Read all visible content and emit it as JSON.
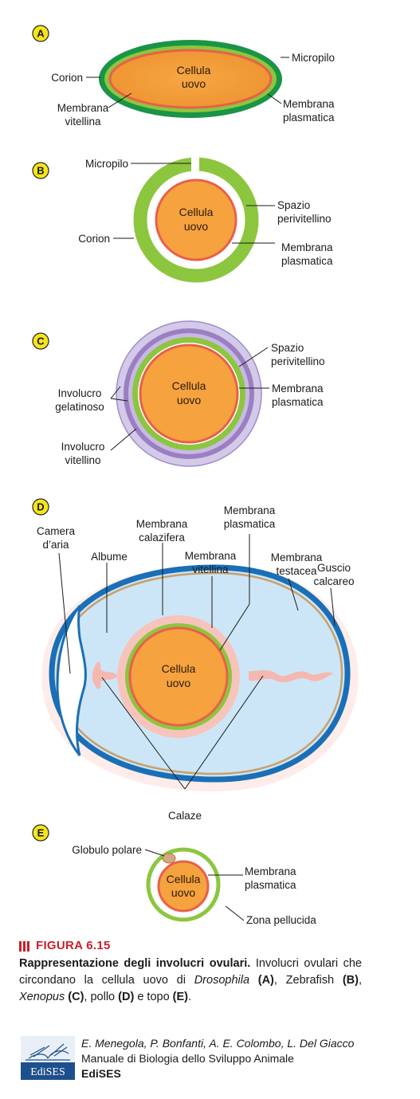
{
  "panels": {
    "A": {
      "badge": "A",
      "cell": [
        "Cellula",
        "uovo"
      ],
      "labels": {
        "micropilo": "Micropilo",
        "corion": "Corion",
        "membrana_vitellina": [
          "Membrana",
          "vitellina"
        ],
        "membrana_plasmatica": [
          "Membrana",
          "plasmatica"
        ]
      }
    },
    "B": {
      "badge": "B",
      "cell": [
        "Cellula",
        "uovo"
      ],
      "labels": {
        "micropilo": "Micropilo",
        "corion": "Corion",
        "spazio_perivitellino": [
          "Spazio",
          "perivitellino"
        ],
        "membrana_plasmatica": [
          "Membrana",
          "plasmatica"
        ]
      }
    },
    "C": {
      "badge": "C",
      "cell": [
        "Cellula",
        "uovo"
      ],
      "labels": {
        "spazio_perivitellino": [
          "Spazio",
          "perivitellino"
        ],
        "membrana_plasmatica": [
          "Membrana",
          "plasmatica"
        ],
        "involucro_gelatinoso": [
          "Involucro",
          "gelatinoso"
        ],
        "involucro_vitellino": [
          "Involucro",
          "vitellino"
        ]
      }
    },
    "D": {
      "badge": "D",
      "cell": [
        "Cellula",
        "uovo"
      ],
      "labels": {
        "camera_aria": [
          "Camera",
          "d’aria"
        ],
        "albume": "Albume",
        "membrana_calazifera": [
          "Membrana",
          "calazifera"
        ],
        "membrana_plasmatica": [
          "Membrana",
          "plasmatica"
        ],
        "membrana_vitellina": [
          "Membrana",
          "vitellina"
        ],
        "membrana_testacea": [
          "Membrana",
          "testacea"
        ],
        "guscio_calcareo": [
          "Guscio",
          "calcareo"
        ],
        "calaze": "Calaze"
      }
    },
    "E": {
      "badge": "E",
      "cell": [
        "Cellula",
        "uovo"
      ],
      "labels": {
        "globulo_polare": "Globulo polare",
        "membrana_plasmatica": [
          "Membrana",
          "plasmatica"
        ],
        "zona_pellucida": "Zona pellucida"
      }
    }
  },
  "caption": {
    "heading": "FIGURA 6.15",
    "title": "Rappresentazione degli involucri ovulari.",
    "text_1": " Involucri ovulari che circondano la cellula uovo di ",
    "drosophila": "Drosophila",
    "ref_a": " (A)",
    "text_2": ", Zebrafish ",
    "ref_b": "(B)",
    "text_3": ", ",
    "xenopus": "Xenopus",
    "ref_c": " (C)",
    "text_4": ", pollo ",
    "ref_d": "(D)",
    "text_5": " e topo ",
    "ref_e": "(E)",
    "text_6": "."
  },
  "footer": {
    "logo_text": "EdiSES",
    "authors": "E. Menegola, P. Bonfanti, A. E. Colombo, L. Del Giacco",
    "book": "Manuale di Biologia dello Sviluppo Animale",
    "publisher": "EdiSES"
  },
  "colors": {
    "cytoplasm": "#f5a23f",
    "membrane": "#e8604a",
    "green": "#8cc63f",
    "dark_green": "#1a9447",
    "purple": "#9b7fc2",
    "lavender": "#c9bde3",
    "blue_shell": "#1a6fb6",
    "albumen": "#cde6f7",
    "pink": "#f5b8b0",
    "badge": "#f6e51b"
  }
}
